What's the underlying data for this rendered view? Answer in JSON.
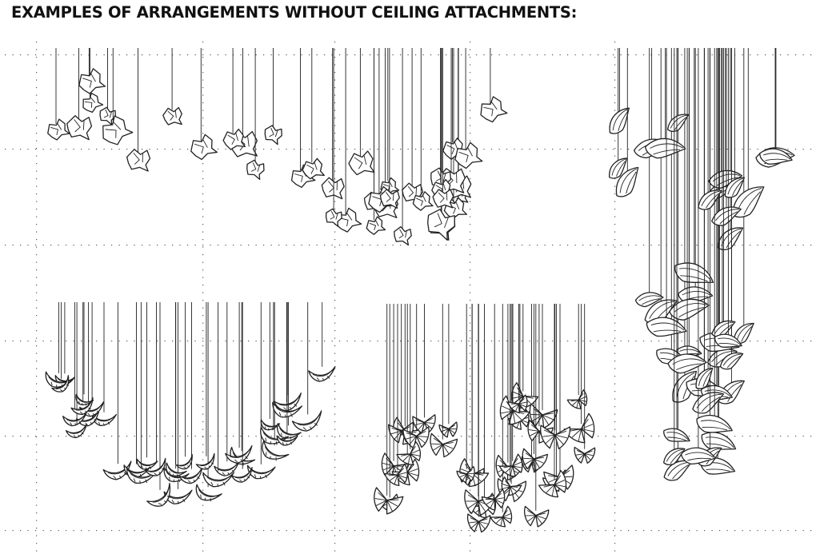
{
  "page": {
    "title": "EXAMPLES OF ARRANGEMENTS WITHOUT CEILING ATTACHMENTS:"
  },
  "colors": {
    "background": "#ffffff",
    "line": "#222222",
    "grid_dot": "#555555"
  },
  "arrangements": [
    {
      "name": "arrangement-top-left",
      "element_style": "crumpled-leaf"
    },
    {
      "name": "arrangement-right",
      "element_style": "twisted-leaf"
    },
    {
      "name": "arrangement-bottom-left",
      "element_style": "curled-leaf"
    },
    {
      "name": "arrangement-bottom-center",
      "element_style": "fan-leaf"
    }
  ]
}
